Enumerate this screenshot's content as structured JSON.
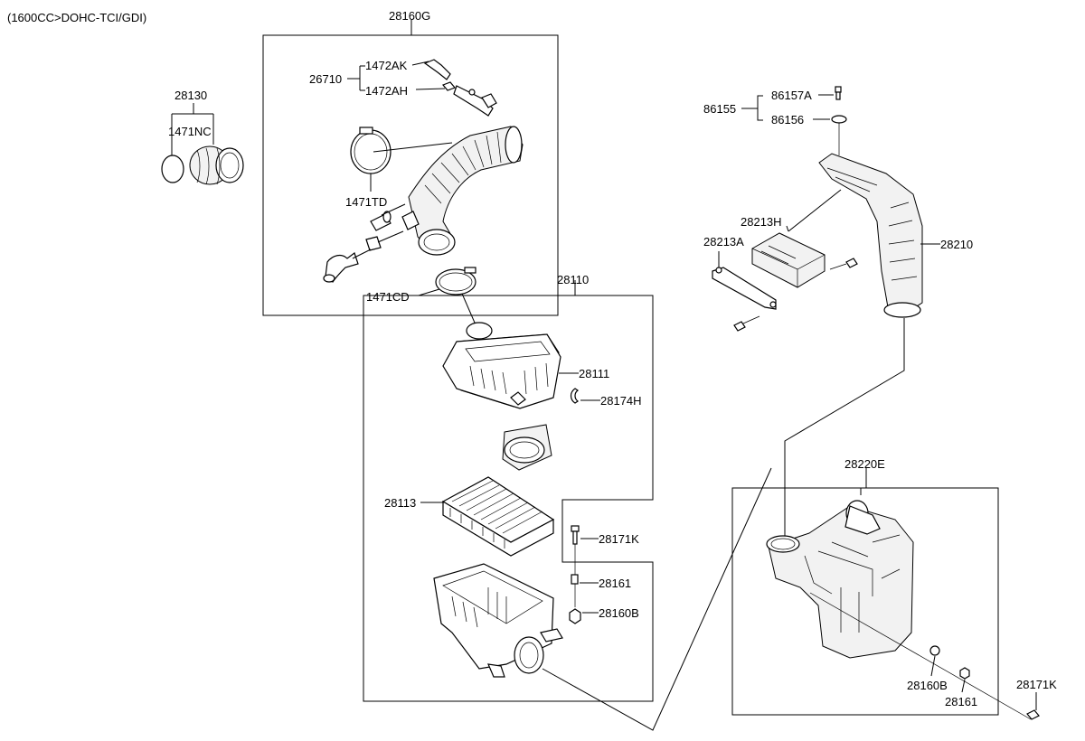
{
  "header": {
    "engine_note": "(1600CC>DOHC-TCI/GDI)"
  },
  "labels": {
    "p28160G": "28160G",
    "p1472AK": "1472AK",
    "p26710": "26710",
    "p1472AH": "1472AH",
    "p1471TD": "1471TD",
    "p1471CD": "1471CD",
    "p28130": "28130",
    "p1471NC": "1471NC",
    "p28110": "28110",
    "p28111": "28111",
    "p28174H": "28174H",
    "p28113": "28113",
    "p28171K_a": "28171K",
    "p28161_a": "28161",
    "p28160B_a": "28160B",
    "p86157A": "86157A",
    "p86155": "86155",
    "p86156": "86156",
    "p28213H": "28213H",
    "p28213A": "28213A",
    "p28210": "28210",
    "p28220E": "28220E",
    "p28160B_b": "28160B",
    "p28161_b": "28161",
    "p28171K_b": "28171K"
  }
}
